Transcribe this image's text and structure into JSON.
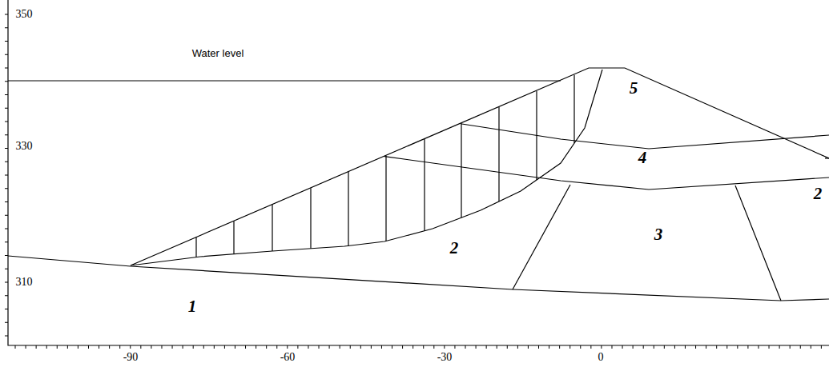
{
  "diagram": {
    "labels": [
      "350",
      "330",
      "310",
      "-90",
      "-60",
      "-30",
      "0",
      "Water level",
      "5",
      "4",
      "2",
      "3",
      "2",
      "1"
    ]
  }
}
